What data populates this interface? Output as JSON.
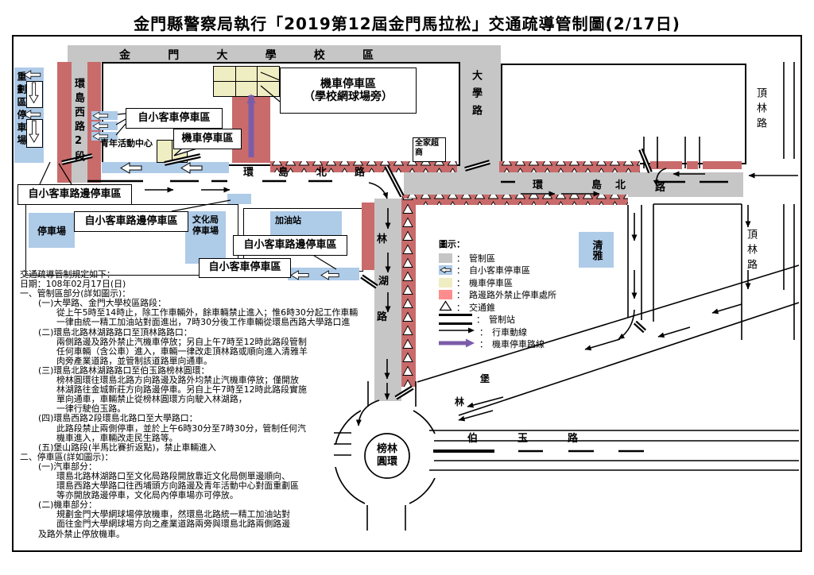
{
  "title": "金門縣警察局執行「2019第12屆金門馬拉松」交通疏導管制圖(2/17日)",
  "colors": {
    "road_gray": "#c6c6c6",
    "restricted_red": "#c96b6b",
    "legend_red": "#ff8d8d",
    "parking_blue": "#aecbe8",
    "moto_yellow": "#efedc2",
    "moto_route_purple": "#7b5ca8"
  },
  "roads": {
    "campus_bar": {
      "chars": [
        "金",
        "門",
        "大",
        "學",
        "校",
        "區"
      ]
    },
    "daxue": "大學路",
    "dinglin": "頂林路",
    "xihuan2": "環島西路2段",
    "hdb": {
      "chars": [
        "環",
        "島",
        "北",
        "路"
      ]
    },
    "linhu": {
      "chars": [
        "林",
        "湖",
        "路"
      ]
    },
    "boyu": {
      "chars": [
        "伯",
        "玉",
        "路"
      ]
    },
    "bao": "堡",
    "lin": "林",
    "roundabout": [
      "榜林",
      "圓環"
    ]
  },
  "areas": {
    "rezoning": "重劃區停車場",
    "youth_center": "青年活動中心",
    "qingya": "清雅",
    "parking_lot": "停車場",
    "cultural_bureau": [
      "文化局",
      "停車場"
    ],
    "gas_station": "加油站",
    "family_mart": "全家超商"
  },
  "labels": {
    "car_park": "自小客車停車區",
    "moto_park": "機車停車區",
    "moto_park_court": [
      "機車停車區",
      "（學校網球場旁）"
    ],
    "roadside": "自小客車路邊停車區"
  },
  "legend": {
    "title": "圖示：",
    "colon": "：",
    "items": [
      {
        "key": "control-zone",
        "label": "管制區"
      },
      {
        "key": "car-parking",
        "label": "自小客車停車區"
      },
      {
        "key": "moto-parking",
        "label": "機車停車區"
      },
      {
        "key": "no-parking",
        "label": "路邊路外禁止停車處所"
      },
      {
        "key": "traffic-cone",
        "label": "交通錐"
      },
      {
        "key": "control-station",
        "label": "管制站"
      },
      {
        "key": "traffic-flow",
        "label": "行車動線"
      },
      {
        "key": "moto-route",
        "label": "機車停車路線"
      }
    ]
  },
  "rules": {
    "lines": [
      {
        "i": 0,
        "t": "交通疏導管制規定如下："
      },
      {
        "i": 0,
        "t": "日期：108年02月17日(日)"
      },
      {
        "i": 0,
        "t": "一、管制區部分(詳如圖示)："
      },
      {
        "i": 1,
        "t": "(一)大學路、金門大學校區路段："
      },
      {
        "i": 2,
        "t": "從上午5時至14時止，除工作車輛外，餘車輛禁止進入；惟6時30分起工作車輛"
      },
      {
        "i": 2,
        "t": "一律由統一精工加油站對面進出，7時30分後工作車輛從環島西路大學路口進"
      },
      {
        "i": 1,
        "t": "(二)環島北路林湖路路口至頂林路路口："
      },
      {
        "i": 2,
        "t": "兩側路邊及路外禁止汽機車停放；另自上午7時至12時此路段管制"
      },
      {
        "i": 2,
        "t": "任何車輛（含公車）進入，車輛一律改走頂林路或順向進入清雅羊"
      },
      {
        "i": 2,
        "t": "肉旁產業道路，並管制該道路單向通車。"
      },
      {
        "i": 1,
        "t": "(三)環島北路林湖路路口至伯玉路榜林圓環："
      },
      {
        "i": 2,
        "t": "榜林圓環往環島北路方向路邊及路外均禁止汽機車停放；僅開放"
      },
      {
        "i": 2,
        "t": "林湖路往金城新莊方向路邊停車。另自上午7時至12時此路段實施"
      },
      {
        "i": 2,
        "t": "單向通車，車輛禁止從榜林圓環方向駛入林湖路，"
      },
      {
        "i": 2,
        "t": "一律行駛伯玉路。"
      },
      {
        "i": 1,
        "t": "(四)環島西路2段環島北路口至大學路口："
      },
      {
        "i": 2,
        "t": "此路段禁止兩側停車，並於上午6時30分至7時30分，管制任何汽"
      },
      {
        "i": 2,
        "t": "機車進入，車輛改走民生路等。"
      },
      {
        "i": 1,
        "t": "(五)堡山路段(半馬比賽折返點)，禁止車輛進入"
      },
      {
        "i": 0,
        "t": "二、停車區(詳如圖示)："
      },
      {
        "i": 1,
        "t": "(一)汽車部分："
      },
      {
        "i": 2,
        "t": "環島北路林湖路口至文化局路段開放靠近文化局側單邊順向、"
      },
      {
        "i": 2,
        "t": "環島西路大學路口往西埔頭方向路邊及青年活動中心對面重劃區"
      },
      {
        "i": 2,
        "t": "等亦開放路邊停車，文化局內停車場亦可停放。"
      },
      {
        "i": 1,
        "t": "(二)機車部分："
      },
      {
        "i": 2,
        "t": "規劃金門大學網球場停放機車，然環島北路統一精工加油站對"
      },
      {
        "i": 2,
        "t": "面往金門大學網球場方向之產業道路兩旁與環島北路兩側路邊"
      },
      {
        "i": 1,
        "t": "及路外禁止停放機車。"
      }
    ]
  }
}
